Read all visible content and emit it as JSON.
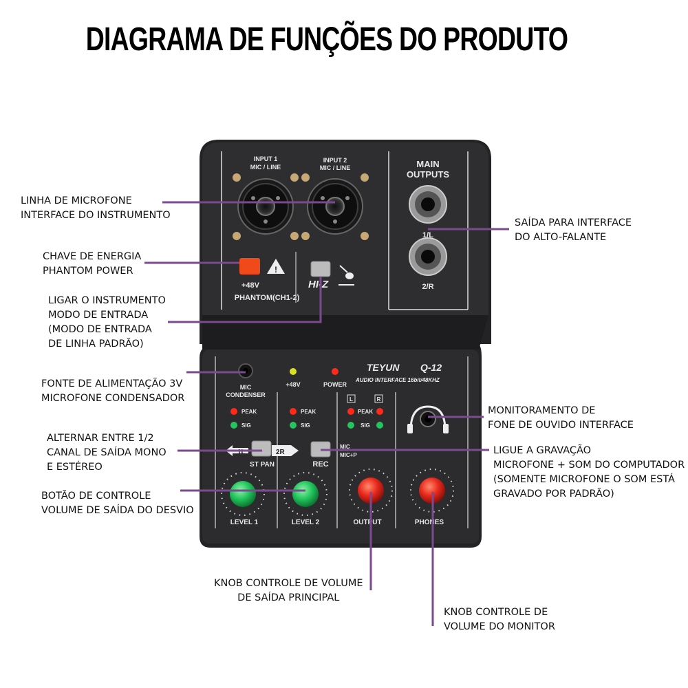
{
  "title": "DIAGRAMA DE FUNÇÕES DO PRODUTO",
  "annotations": [
    {
      "id": "mic-line-input",
      "lines": [
        "LINHA DE MICROFONE",
        "INTERFACE DO INSTRUMENTO"
      ]
    },
    {
      "id": "phantom-power",
      "lines": [
        "CHAVE DE ENERGIA",
        "PHANTOM POWER"
      ]
    },
    {
      "id": "hiz-mode",
      "lines": [
        "LIGAR O INSTRUMENTO",
        "MODO DE ENTRADA",
        "(MODO DE ENTRADA",
        "DE LINHA PADRÃO)"
      ]
    },
    {
      "id": "condenser-power",
      "lines": [
        "FONTE DE ALIMENTAÇÃO 3V",
        "MICROFONE CONDENSADOR"
      ]
    },
    {
      "id": "st-pan",
      "lines": [
        "ALTERNAR ENTRE 1/2",
        "CANAL DE SAÍDA MONO",
        "E ESTÉREO"
      ]
    },
    {
      "id": "level-knob",
      "lines": [
        "BOTÃO DE CONTROLE",
        "VOLUME DE SAÍDA DO DESVIO"
      ]
    },
    {
      "id": "speaker-output",
      "lines": [
        "SAÍDA PARA INTERFACE",
        "DO ALTO-FALANTE"
      ]
    },
    {
      "id": "headphone-monitor",
      "lines": [
        "MONITORAMENTO DE",
        "FONE DE OUVIDO INTERFACE"
      ]
    },
    {
      "id": "rec-switch",
      "lines": [
        "LIGUE A GRAVAÇÃO",
        "MICROFONE + SOM DO COMPUTADOR",
        "(SOMENTE MICROFONE O SOM ESTÁ",
        "GRAVADO POR PADRÃO)"
      ]
    },
    {
      "id": "output-knob",
      "lines": [
        "KNOB CONTROLE DE VOLUME",
        "DE SAÍDA PRINCIPAL"
      ]
    },
    {
      "id": "phones-knob",
      "lines": [
        "KNOB CONTROLE DE",
        "VOLUME DO MONITOR"
      ]
    }
  ],
  "device": {
    "brand": "TEYUN",
    "model": "Q-12",
    "subtitle": "AUDIO INTERFACE 16bit/48KHZ",
    "input1": [
      "INPUT 1",
      "MIC / LINE"
    ],
    "input2": [
      "INPUT 2",
      "MIC / LINE"
    ],
    "main_outputs": [
      "MAIN",
      "OUTPUTS"
    ],
    "out_left": "1/L",
    "out_right": "2/R",
    "phantom_volt": "+48V",
    "phantom_label": "PHANTOM(CH1-2)",
    "hiz": "HI-Z",
    "mic_condenser": [
      "MIC",
      "CONDENSER"
    ],
    "led_48v": "+48V",
    "led_power": "POWER",
    "peak": "PEAK",
    "sig": "SIG",
    "ch_l": "L",
    "ch_r": "R",
    "pan_1l": "1L",
    "pan_2r": "2R",
    "st_pan": "ST PAN",
    "rec": "REC",
    "rec_mic": "MIC",
    "rec_micp": "MIC+P",
    "level1": "LEVEL 1",
    "level2": "LEVEL 2",
    "output": "OUTPUT",
    "phones": "PHONES"
  },
  "colors": {
    "leader": "#7b4a8f",
    "panel": "#2a2a2c",
    "green_knob": "#22c55e",
    "red_knob": "#e8281c"
  }
}
